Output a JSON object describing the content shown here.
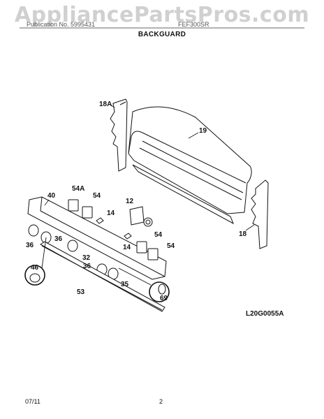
{
  "watermark": "AppliancePartsPros.com",
  "header": {
    "left": "Publication No. 5995431",
    "right": "FEF300SR",
    "section_title": "BACKGUARD"
  },
  "callouts": {
    "c18a": "18A",
    "c19": "19",
    "c18": "18",
    "c40": "40",
    "c54a": "54A",
    "c54_top": "54",
    "c14_top": "14",
    "c12": "12",
    "c54_mid": "54",
    "c14_mid": "14",
    "c54_right": "54",
    "c36_left": "36",
    "c36_mid": "36",
    "c32": "32",
    "c36_low": "36",
    "c35": "35",
    "c46": "46",
    "c53": "53",
    "c69": "69"
  },
  "figure_code": "L20G0055A",
  "footer": {
    "date": "07/11",
    "page": "2"
  }
}
